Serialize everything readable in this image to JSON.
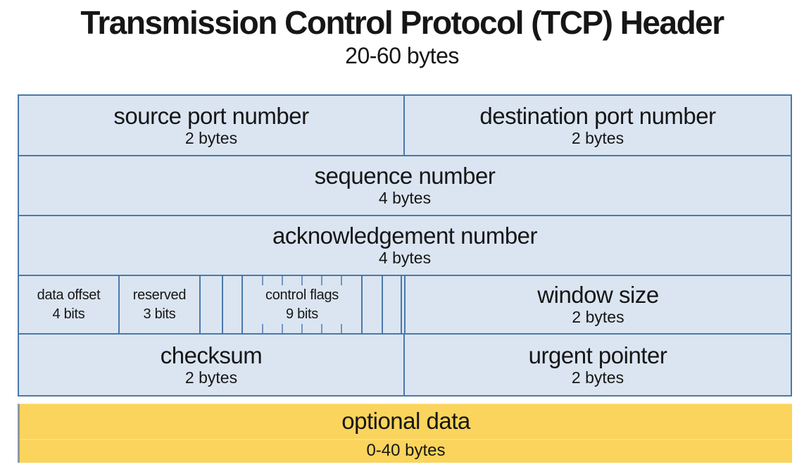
{
  "title": "Transmission Control Protocol (TCP) Header",
  "subtitle": "20-60 bytes",
  "colors": {
    "cell_fill": "#dbe5f1",
    "border": "#4a79ab",
    "tick": "#6f96c2",
    "optional_fill": "#fad45c",
    "optional_divider": "#fce077",
    "text": "#161616"
  },
  "rows": [
    {
      "cells": [
        {
          "label": "source port number",
          "size": "2 bytes"
        },
        {
          "label": "destination port number",
          "size": "2 bytes"
        }
      ]
    },
    {
      "cells": [
        {
          "label": "sequence number",
          "size": "4 bytes"
        }
      ]
    },
    {
      "cells": [
        {
          "label": "acknowledgement number",
          "size": "4 bytes"
        }
      ]
    },
    {
      "cells": [
        {
          "label": "data offset",
          "size": "4 bits"
        },
        {
          "label": "reserved",
          "size": "3 bits"
        },
        {
          "label": "control flags",
          "size": "9 bits"
        },
        {
          "label": "window size",
          "size": "2 bytes"
        }
      ]
    },
    {
      "cells": [
        {
          "label": "checksum",
          "size": "2 bytes"
        },
        {
          "label": "urgent pointer",
          "size": "2 bytes"
        }
      ]
    },
    {
      "cells": [
        {
          "label": "optional data",
          "size": "0-40 bytes"
        }
      ]
    }
  ]
}
